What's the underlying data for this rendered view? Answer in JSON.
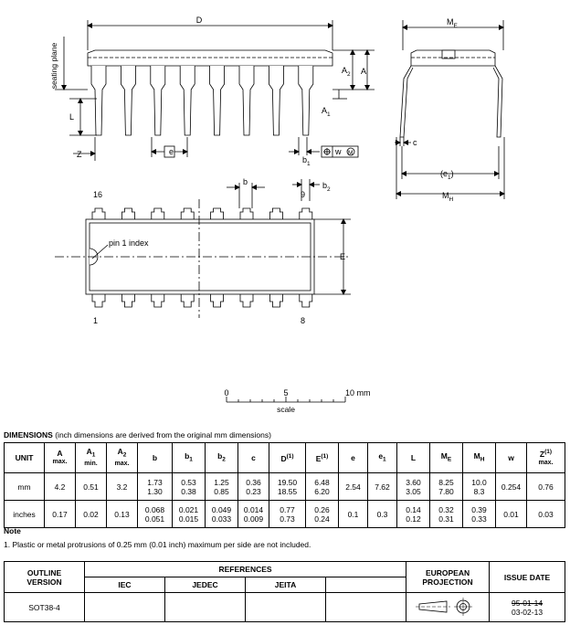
{
  "drawing": {
    "labels": {
      "D": "D",
      "ME": "M",
      "ME_sub": "E",
      "seating": "seating plane",
      "A2": "A",
      "A2_sub": "2",
      "A": "A",
      "A1": "A",
      "A1_sub": "1",
      "L": "L",
      "Z": "Z",
      "e": "e",
      "b1": "b",
      "b1_sub": "1",
      "w": "w",
      "M": "M",
      "c": "c",
      "e1": "(e",
      "e1_sub": "1",
      "e1_close": ")",
      "MH": "M",
      "MH_sub": "H",
      "b": "b",
      "b2": "b",
      "b2_sub": "2",
      "pin16": "16",
      "pin9": "9",
      "pin1": "1",
      "pin8": "8",
      "pin1index": "pin 1 index",
      "E": "E"
    },
    "scale": {
      "t0": "0",
      "t5": "5",
      "t10": "10 mm",
      "label": "scale"
    }
  },
  "dimensions": {
    "title": "DIMENSIONS",
    "subtitle": "(inch dimensions are derived from the original mm dimensions)",
    "headers": [
      {
        "main": "UNIT",
        "sub": "",
        "sup": "",
        "q": ""
      },
      {
        "main": "A",
        "sub": "",
        "sup": "",
        "q": "max."
      },
      {
        "main": "A",
        "sub": "1",
        "sup": "",
        "q": "min."
      },
      {
        "main": "A",
        "sub": "2",
        "sup": "",
        "q": "max."
      },
      {
        "main": "b",
        "sub": "",
        "sup": "",
        "q": ""
      },
      {
        "main": "b",
        "sub": "1",
        "sup": "",
        "q": ""
      },
      {
        "main": "b",
        "sub": "2",
        "sup": "",
        "q": ""
      },
      {
        "main": "c",
        "sub": "",
        "sup": "",
        "q": ""
      },
      {
        "main": "D",
        "sub": "",
        "sup": "(1)",
        "q": ""
      },
      {
        "main": "E",
        "sub": "",
        "sup": "(1)",
        "q": ""
      },
      {
        "main": "e",
        "sub": "",
        "sup": "",
        "q": ""
      },
      {
        "main": "e",
        "sub": "1",
        "sup": "",
        "q": ""
      },
      {
        "main": "L",
        "sub": "",
        "sup": "",
        "q": ""
      },
      {
        "main": "M",
        "sub": "E",
        "sup": "",
        "q": ""
      },
      {
        "main": "M",
        "sub": "H",
        "sup": "",
        "q": ""
      },
      {
        "main": "w",
        "sub": "",
        "sup": "",
        "q": ""
      },
      {
        "main": "Z",
        "sub": "",
        "sup": "(1)",
        "q": "max."
      }
    ],
    "rows": [
      [
        "mm",
        "4.2",
        "0.51",
        "3.2",
        "1.73\n1.30",
        "0.53\n0.38",
        "1.25\n0.85",
        "0.36\n0.23",
        "19.50\n18.55",
        "6.48\n6.20",
        "2.54",
        "7.62",
        "3.60\n3.05",
        "8.25\n7.80",
        "10.0\n8.3",
        "0.254",
        "0.76"
      ],
      [
        "inches",
        "0.17",
        "0.02",
        "0.13",
        "0.068\n0.051",
        "0.021\n0.015",
        "0.049\n0.033",
        "0.014\n0.009",
        "0.77\n0.73",
        "0.26\n0.24",
        "0.1",
        "0.3",
        "0.14\n0.12",
        "0.32\n0.31",
        "0.39\n0.33",
        "0.01",
        "0.03"
      ]
    ]
  },
  "note": {
    "title": "Note",
    "text": "1. Plastic or metal protrusions of 0.25 mm (0.01 inch) maximum per side are not included."
  },
  "references": {
    "outline_h1": "OUTLINE",
    "outline_h2": "VERSION",
    "refs_h": "REFERENCES",
    "iec": "IEC",
    "jedec": "JEDEC",
    "jeita": "JEITA",
    "proj_h1": "EUROPEAN",
    "proj_h2": "PROJECTION",
    "issue_h": "ISSUE DATE",
    "outline": "SOT38-4",
    "issue_old": "95-01-14",
    "issue_new": "03-02-13"
  }
}
